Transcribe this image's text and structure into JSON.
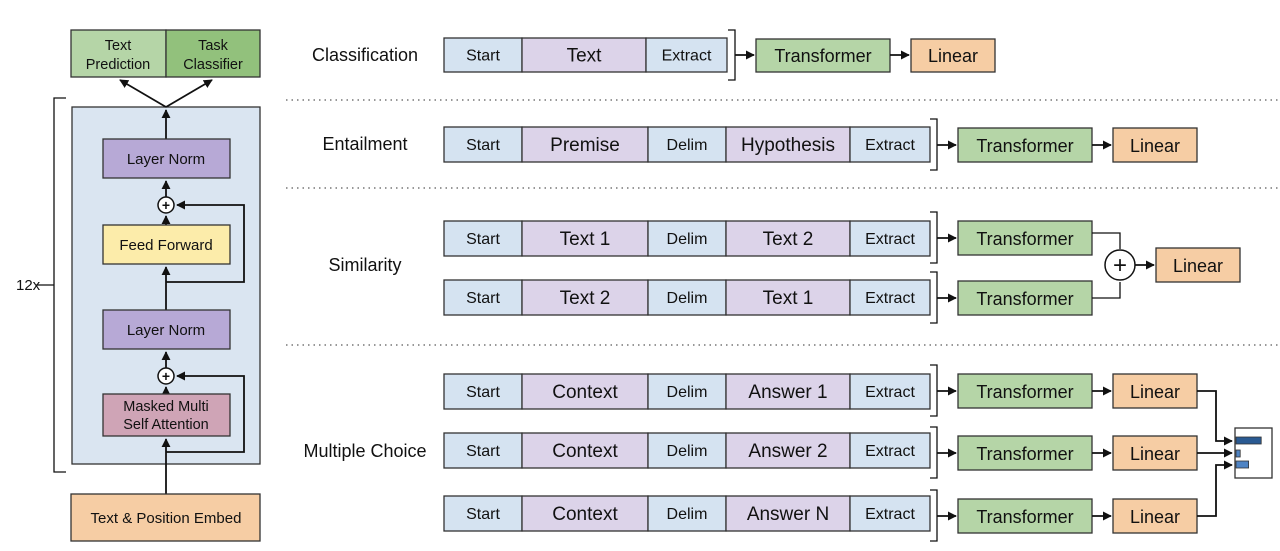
{
  "colors": {
    "blue": "#d5e3f1",
    "purple": "#dcd3e9",
    "green": "#b5d5a7",
    "green_dark": "#92c17c",
    "orange": "#f6cda4",
    "lavender": "#b7a9d6",
    "yellow": "#fcecaa",
    "pink": "#cfa4b6",
    "light_blue_bg": "#dae5f1",
    "bar_blue": "#2a5a92",
    "bar_blue_light": "#4f84c4"
  },
  "model": {
    "repeat_label": "12x",
    "head_left_line1": "Text",
    "head_left_line2": "Prediction",
    "head_right_line1": "Task",
    "head_right_line2": "Classifier",
    "layer_norm_top": "Layer Norm",
    "feed_forward": "Feed Forward",
    "layer_norm_bottom": "Layer Norm",
    "attention_line1": "Masked Multi",
    "attention_line2": "Self Attention",
    "embed": "Text & Position Embed",
    "plus": "+"
  },
  "tasks": {
    "classification": {
      "label": "Classification",
      "tokens": [
        "Start",
        "Text",
        "Extract"
      ],
      "transformer": "Transformer",
      "linear": "Linear"
    },
    "entailment": {
      "label": "Entailment",
      "tokens": [
        "Start",
        "Premise",
        "Delim",
        "Hypothesis",
        "Extract"
      ],
      "transformer": "Transformer",
      "linear": "Linear"
    },
    "similarity": {
      "label": "Similarity",
      "rows": [
        {
          "tokens": [
            "Start",
            "Text 1",
            "Delim",
            "Text 2",
            "Extract"
          ],
          "transformer": "Transformer"
        },
        {
          "tokens": [
            "Start",
            "Text 2",
            "Delim",
            "Text 1",
            "Extract"
          ],
          "transformer": "Transformer"
        }
      ],
      "plus": "+",
      "linear": "Linear"
    },
    "multiple_choice": {
      "label": "Multiple Choice",
      "rows": [
        {
          "tokens": [
            "Start",
            "Context",
            "Delim",
            "Answer 1",
            "Extract"
          ],
          "transformer": "Transformer",
          "linear": "Linear"
        },
        {
          "tokens": [
            "Start",
            "Context",
            "Delim",
            "Answer 2",
            "Extract"
          ],
          "transformer": "Transformer",
          "linear": "Linear"
        },
        {
          "tokens": [
            "Start",
            "Context",
            "Delim",
            "Answer N",
            "Extract"
          ],
          "transformer": "Transformer",
          "linear": "Linear"
        }
      ],
      "softmax_levels": [
        0.9,
        0.15,
        0.45
      ]
    }
  }
}
